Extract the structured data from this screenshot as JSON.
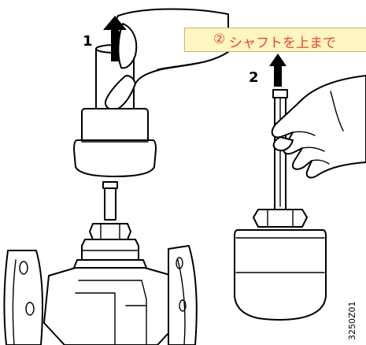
{
  "step1": {
    "number": "1"
  },
  "step2": {
    "number": "2"
  },
  "callout": {
    "marker": "②",
    "text": "シャフトを上まで",
    "text_color": "#e8462c",
    "background": "#fdf5c2"
  },
  "figure_code": "3250Z01",
  "icons": [
    "arrow-up-icon",
    "arrow-up-icon"
  ]
}
